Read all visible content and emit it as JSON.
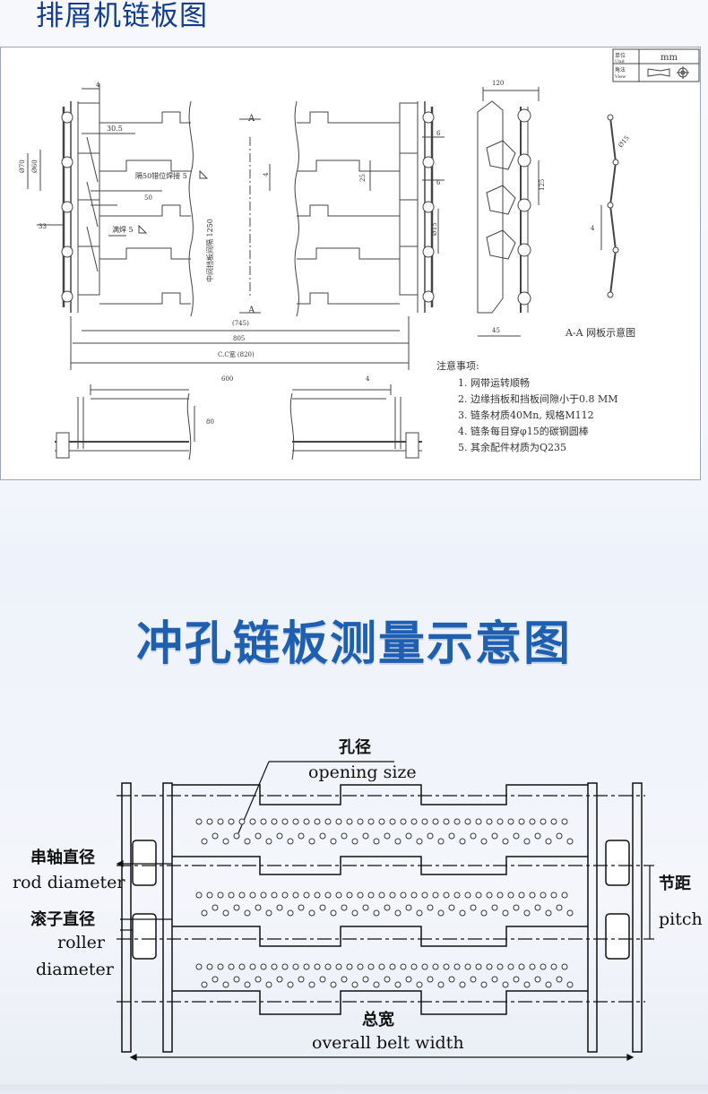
{
  "header": {
    "title": "排屑机链板图"
  },
  "drawing": {
    "unit_label_cn": "单位",
    "unit_label_en": "Unit",
    "unit_value": "mm",
    "view_label_cn": "角法",
    "view_label_en": "View",
    "dims": {
      "d4_top": "4",
      "d30_5": "30.5",
      "phi70": "Ø70",
      "phi60": "Ø60",
      "weld1": "隔50错位焊接 5",
      "d50": "50",
      "d4_left": "4",
      "d33": "33",
      "weld2": "满焊 5",
      "mid_gap": "中间挡板间隔 1250",
      "a_top": "A",
      "a_bottom": "A",
      "d745": "(745)",
      "d805": "805",
      "cc": "C.C宽 (820)",
      "d6a": "6",
      "d25": "25",
      "d6b": "6",
      "phi15": "Ø15",
      "d120": "120",
      "d125": "125",
      "d45": "45",
      "d4_side": "4",
      "phi15b": "Ø15",
      "d600": "600",
      "d4_bottom": "4",
      "d80": "80"
    },
    "section_label": "A-A  网板示意图",
    "notes_title": "注意事项:",
    "notes": [
      "1. 网带运转顺畅",
      "2. 边缘挡板和挡板间隙小于0.8 MM",
      "3. 链条材质40Mn, 规格M112",
      "4. 链条每目穿φ15的碳钢圆棒",
      "5. 其余配件材质为Q235"
    ]
  },
  "section": {
    "title": "冲孔链板测量示意图"
  },
  "measure": {
    "hole_cn": "孔径",
    "hole_en": "opening size",
    "rod_cn": "串轴直径",
    "rod_en": "rod diameter",
    "roller_cn": "滚子直径",
    "roller_en1": "roller",
    "roller_en2": "diameter",
    "pitch_cn": "节距",
    "pitch_en": "pitch",
    "width_cn": "总宽",
    "width_en": "overall belt width"
  }
}
